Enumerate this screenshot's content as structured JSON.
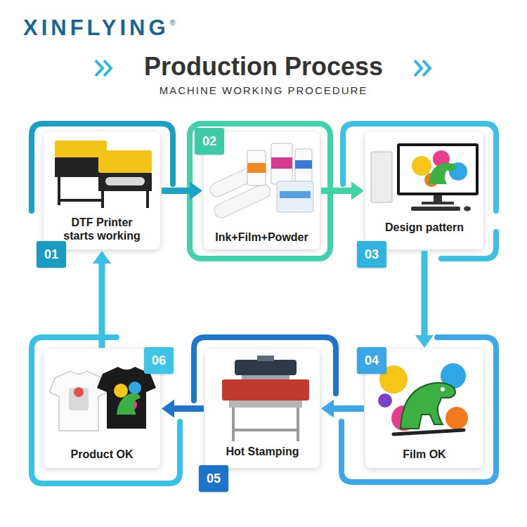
{
  "diagram": {
    "title": "Production Process",
    "nodes": [
      {
        "text": [
          "01",
          "DTF Printer starts working"
        ]
      },
      {
        "text": [
          "02",
          "Ink+Film+Powder"
        ]
      },
      {
        "text": [
          "03",
          "Design pattern"
        ]
      },
      {
        "text": [
          "04",
          "Film OK"
        ]
      },
      {
        "text": [
          "05",
          "Hot Stamping"
        ]
      },
      {
        "text": [
          "06",
          "Product OK"
        ]
      }
    ],
    "edges": [
      {
        "from": 0,
        "to": 1,
        "arrow": "to"
      },
      {
        "from": 1,
        "to": 2,
        "arrow": "to"
      },
      {
        "from": 2,
        "to": 3,
        "arrow": "to"
      },
      {
        "from": 3,
        "to": 4,
        "arrow": "to"
      },
      {
        "from": 4,
        "to": 5,
        "arrow": "to"
      },
      {
        "from": 5,
        "to": 0,
        "arrow": "to"
      }
    ],
    "labels": [
      "XINFLYING",
      "®",
      "MACHINE WORKING PROCEDURE"
    ]
  }
}
